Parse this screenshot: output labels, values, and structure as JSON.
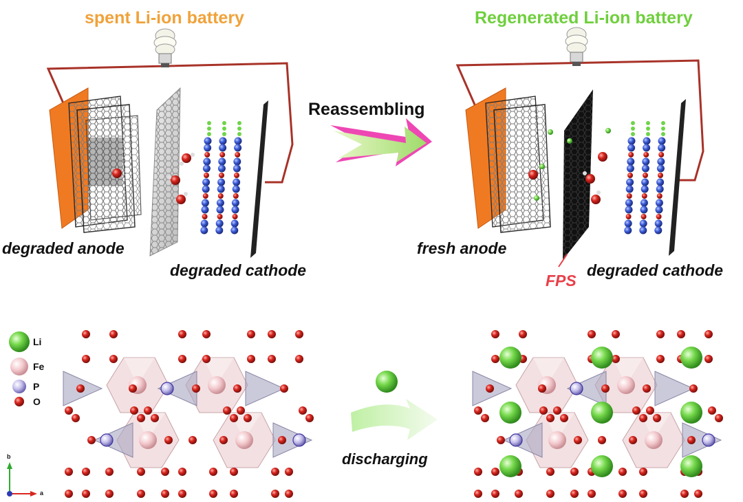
{
  "top": {
    "left_title": "spent Li-ion battery",
    "right_title": "Regenerated Li-ion battery",
    "arrow_label": "Reassembling",
    "degraded_anode": "degraded anode",
    "degraded_cathode_left": "degraded cathode",
    "fresh_anode": "fresh anode",
    "fps": "FPS",
    "degraded_cathode_right": "degraded cathode"
  },
  "bottom": {
    "arrow_label": "discharging",
    "legend": [
      {
        "symbol": "Li",
        "color": "#5fcf3d"
      },
      {
        "symbol": "Fe",
        "color": "#f1c2c6"
      },
      {
        "symbol": "P",
        "color": "#b7b0e2"
      },
      {
        "symbol": "O",
        "color": "#d8261f"
      }
    ],
    "axes": {
      "b": "b",
      "a": "a"
    }
  },
  "colors": {
    "left_title": "#f0a23a",
    "right_title": "#6fcf3d",
    "fps": "#e8404a",
    "wire": "#a83228",
    "copper": "#f07a22",
    "oxygen": "#d8261f",
    "lithium": "#5fcf3d",
    "cobalt_blue": "#3b5bd6"
  }
}
